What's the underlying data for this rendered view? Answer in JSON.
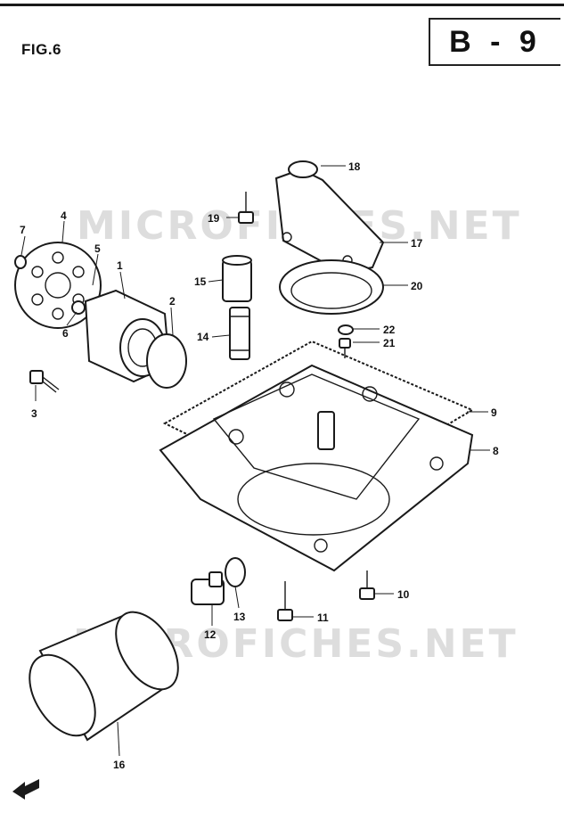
{
  "header": {
    "figure_label": "FIG.6",
    "page_code": "B - 9"
  },
  "watermark": {
    "text": "MICROFICHES.NET"
  },
  "callouts": [
    {
      "id": "1"
    },
    {
      "id": "2"
    },
    {
      "id": "3"
    },
    {
      "id": "4"
    },
    {
      "id": "5"
    },
    {
      "id": "6"
    },
    {
      "id": "7"
    },
    {
      "id": "8"
    },
    {
      "id": "9"
    },
    {
      "id": "10"
    },
    {
      "id": "11"
    },
    {
      "id": "12"
    },
    {
      "id": "13"
    },
    {
      "id": "14"
    },
    {
      "id": "15"
    },
    {
      "id": "16"
    },
    {
      "id": "17"
    },
    {
      "id": "18"
    },
    {
      "id": "19"
    },
    {
      "id": "20"
    },
    {
      "id": "21"
    },
    {
      "id": "22"
    }
  ],
  "footer": {
    "direction_icon": "front-arrow-icon"
  }
}
